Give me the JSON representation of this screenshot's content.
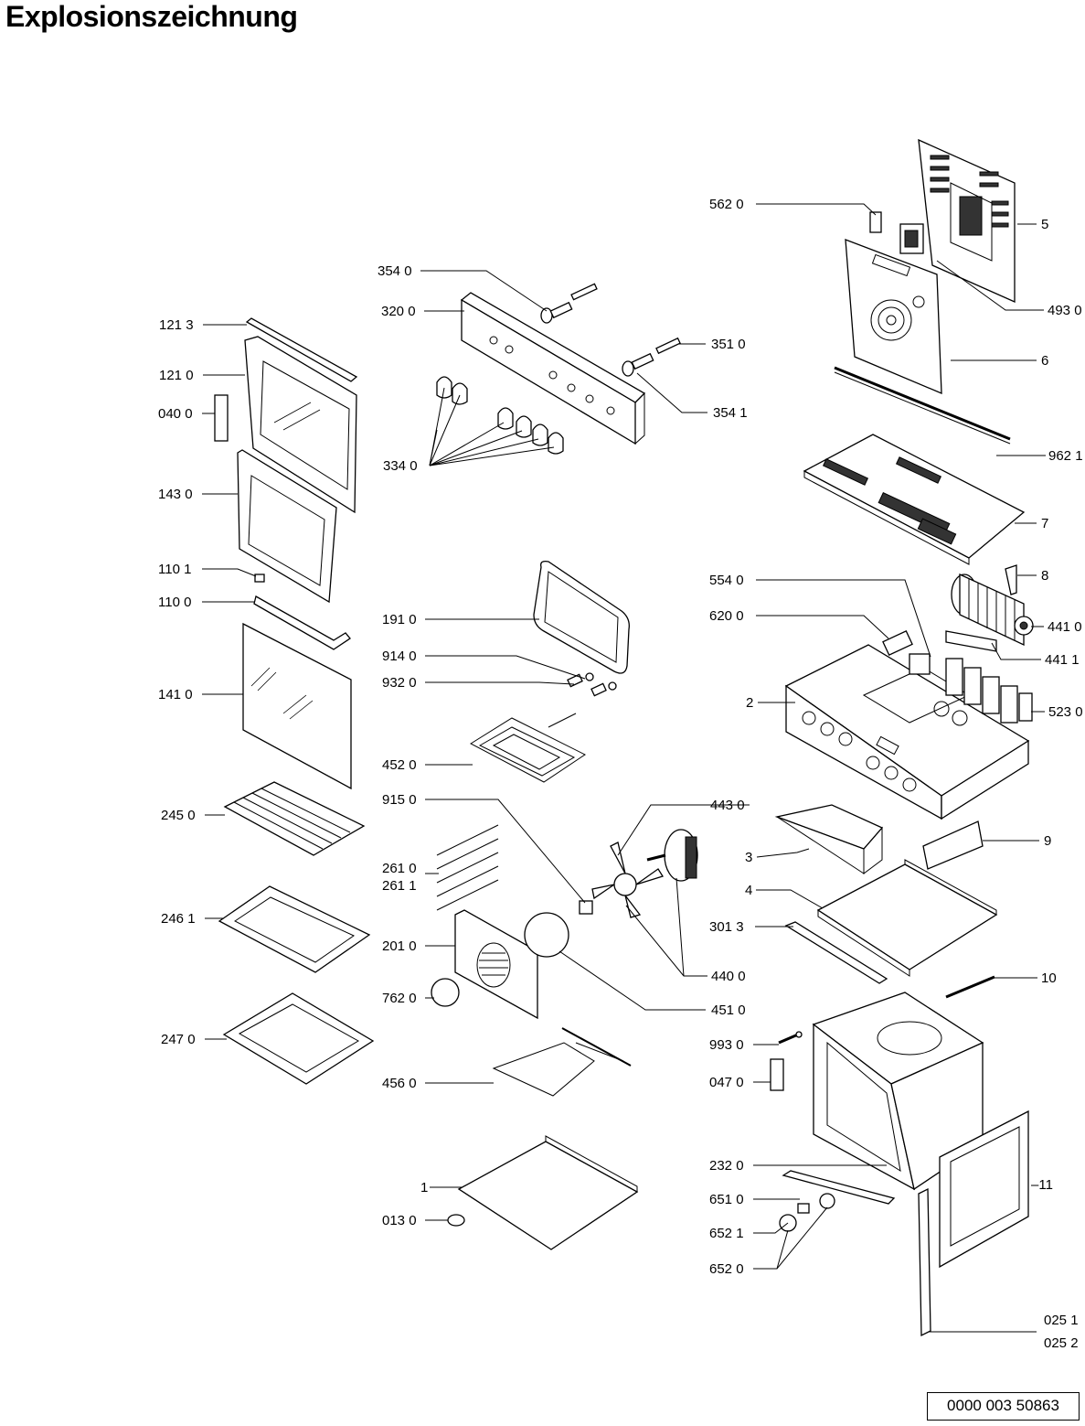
{
  "title": "Explosionszeichnung",
  "document_number": "0000 003 50863",
  "callouts": [
    {
      "id": "c-562-0",
      "text": "562 0"
    },
    {
      "id": "c-5",
      "text": "5"
    },
    {
      "id": "c-493-0",
      "text": "493 0"
    },
    {
      "id": "c-6",
      "text": "6"
    },
    {
      "id": "c-354-0",
      "text": "354 0"
    },
    {
      "id": "c-320-0",
      "text": "320 0"
    },
    {
      "id": "c-351-0",
      "text": "351 0"
    },
    {
      "id": "c-354-1",
      "text": "354 1"
    },
    {
      "id": "c-334-0",
      "text": "334 0"
    },
    {
      "id": "c-121-3",
      "text": "121 3"
    },
    {
      "id": "c-121-0",
      "text": "121 0"
    },
    {
      "id": "c-040-0",
      "text": "040 0"
    },
    {
      "id": "c-143-0",
      "text": "143 0"
    },
    {
      "id": "c-962-1",
      "text": "962 1"
    },
    {
      "id": "c-7",
      "text": "7"
    },
    {
      "id": "c-8",
      "text": "8"
    },
    {
      "id": "c-110-1",
      "text": "110 1"
    },
    {
      "id": "c-110-0",
      "text": "110 0"
    },
    {
      "id": "c-554-0",
      "text": "554 0"
    },
    {
      "id": "c-191-0",
      "text": "191 0"
    },
    {
      "id": "c-620-0",
      "text": "620 0"
    },
    {
      "id": "c-441-0",
      "text": "441 0"
    },
    {
      "id": "c-914-0",
      "text": "914 0"
    },
    {
      "id": "c-441-1",
      "text": "441 1"
    },
    {
      "id": "c-141-0",
      "text": "141 0"
    },
    {
      "id": "c-932-0",
      "text": "932 0"
    },
    {
      "id": "c-2",
      "text": "2"
    },
    {
      "id": "c-523-0",
      "text": "523 0"
    },
    {
      "id": "c-452-0",
      "text": "452 0"
    },
    {
      "id": "c-915-0",
      "text": "915 0"
    },
    {
      "id": "c-443-0",
      "text": "443 0"
    },
    {
      "id": "c-245-0",
      "text": "245 0"
    },
    {
      "id": "c-9",
      "text": "9"
    },
    {
      "id": "c-3",
      "text": "3"
    },
    {
      "id": "c-261-0",
      "text": "261 0"
    },
    {
      "id": "c-261-1",
      "text": "261 1"
    },
    {
      "id": "c-4",
      "text": "4"
    },
    {
      "id": "c-246-1",
      "text": "246 1"
    },
    {
      "id": "c-301-3",
      "text": "301 3"
    },
    {
      "id": "c-201-0",
      "text": "201 0"
    },
    {
      "id": "c-440-0",
      "text": "440 0"
    },
    {
      "id": "c-10",
      "text": "10"
    },
    {
      "id": "c-762-0",
      "text": "762 0"
    },
    {
      "id": "c-451-0",
      "text": "451 0"
    },
    {
      "id": "c-247-0",
      "text": "247 0"
    },
    {
      "id": "c-993-0",
      "text": "993 0"
    },
    {
      "id": "c-456-0",
      "text": "456 0"
    },
    {
      "id": "c-047-0",
      "text": "047 0"
    },
    {
      "id": "c-232-0",
      "text": "232 0"
    },
    {
      "id": "c-11",
      "text": "–11"
    },
    {
      "id": "c-1",
      "text": "1"
    },
    {
      "id": "c-651-0",
      "text": "651 0"
    },
    {
      "id": "c-013-0",
      "text": "013 0"
    },
    {
      "id": "c-652-1",
      "text": "652 1"
    },
    {
      "id": "c-652-0",
      "text": "652 0"
    },
    {
      "id": "c-025-1",
      "text": "025 1"
    },
    {
      "id": "c-025-2",
      "text": "025 2"
    }
  ]
}
